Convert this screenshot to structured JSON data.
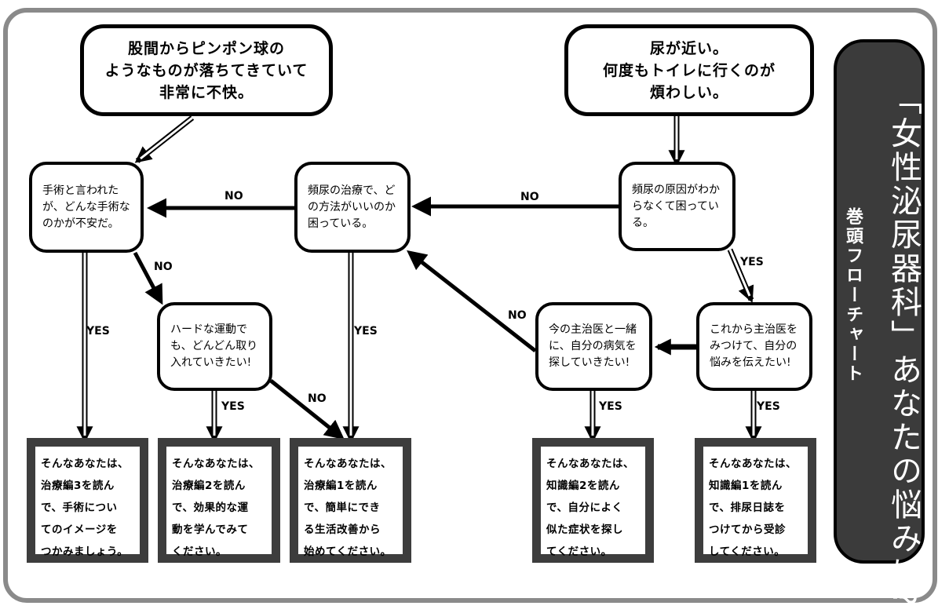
{
  "title": {
    "main": "「女性泌尿器科」あなたの悩みは?",
    "sub": "巻頭フローチャート"
  },
  "start_nodes": {
    "lump": "股間からピンポン球の\nようなものが落ちてきていて\n非常に不快。",
    "frequent": "尿が近い。\n何度もトイレに行くのが\n煩わしい。"
  },
  "questions": {
    "surgery": "手術と言われた\nが、どんな手術な\nのかが不安だ。",
    "exercise": "ハードな運動で\nも、どんどん取り\n入れていきたい!",
    "treatment": "頻尿の治療で、ど\nの方法がいいのか\n困っている。",
    "cause": "頻尿の原因がわか\nらなくて困ってい\nる。",
    "current_doctor": "今の主治医と一緒\nに、自分の病気を\n探していきたい!",
    "new_doctor": "これから主治医を\nみつけて、自分の\n悩みを伝えたい!"
  },
  "results": {
    "treat3": "そんなあなたは、\n治療編3を読ん\nで、手術につい\nてのイメージを\nつかみましょう。",
    "treat2": "そんなあなたは、\n治療編2を読ん\nで、効果的な運\n動を学んでみて\nください。",
    "treat1": "そんなあなたは、\n治療編1を読ん\nで、簡単にでき\nる生活改善から\n始めてください。",
    "know2": "そんなあなたは、\n知識編2を読ん\nで、自分によく\n似た症状を探し\nてください。",
    "know1": "そんなあなたは、\n知識編1を読ん\nで、排尿日誌を\nつけてから受診\nしてください。"
  },
  "edge_labels": {
    "yes": "YES",
    "no": "NO"
  }
}
